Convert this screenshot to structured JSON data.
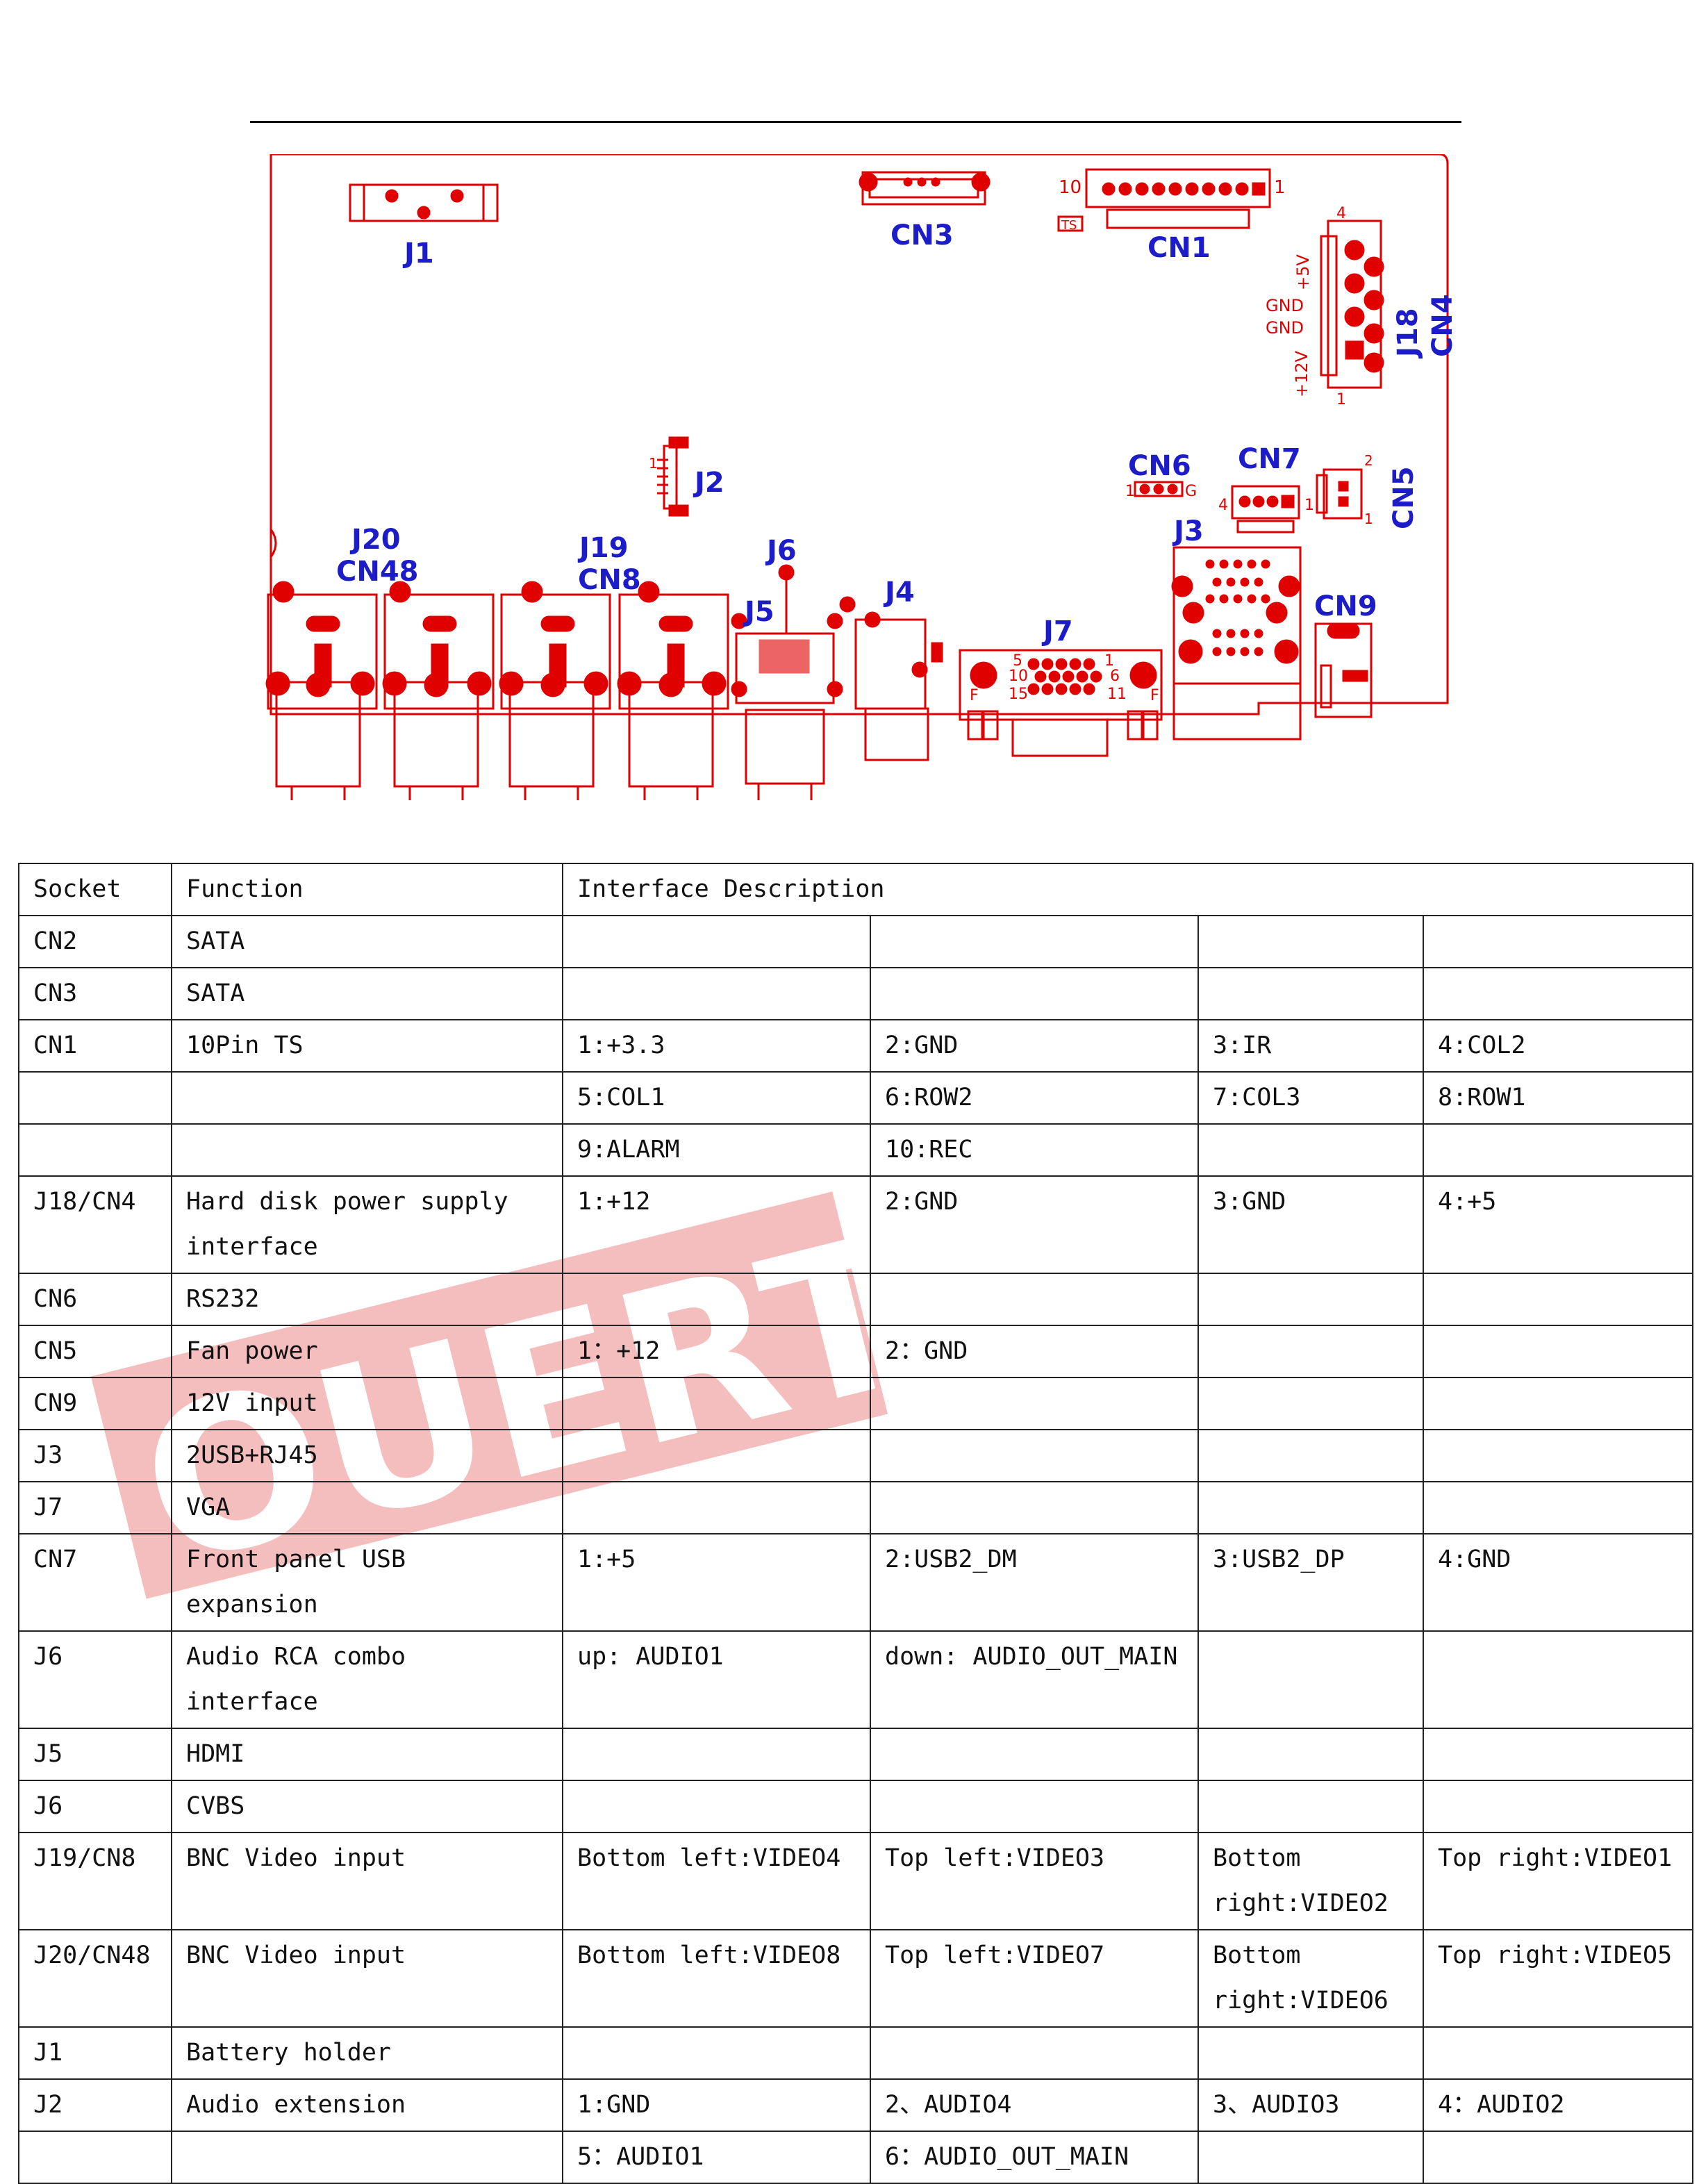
{
  "diagram": {
    "connector_labels": {
      "J1": "J1",
      "CN3": "CN3",
      "CN1": "CN1",
      "J18": "J18",
      "CN4": "CN4",
      "J2": "J2",
      "CN6": "CN6",
      "CN7": "CN7",
      "CN5": "CN5",
      "J3": "J3",
      "J20": "J20",
      "CN48": "CN48",
      "J19": "J19",
      "CN8": "CN8",
      "J6": "J6",
      "J4": "J4",
      "J5": "J5",
      "J7": "J7",
      "CN9": "CN9"
    },
    "pin_labels": {
      "cn1_left": "10",
      "cn1_right": "1",
      "ts": "TS",
      "plus5v": "+5V",
      "gnd1": "GND",
      "gnd2": "GND",
      "plus12v": "+12V",
      "cn4_top": "4",
      "cn4_bottom": "1",
      "cn6_left": "1",
      "cn6_right": "G",
      "cn7_left": "4",
      "cn7_right": "1",
      "cn5_top": "2",
      "cn5_bottom": "1",
      "j2_pin": "1",
      "vga_5": "5",
      "vga_1": "1",
      "vga_10": "10",
      "vga_6": "6",
      "vga_15": "15",
      "vga_11": "11",
      "vga_f1": "F",
      "vga_f2": "F"
    },
    "colors": {
      "outline": "#e00000",
      "labels": "#1c1cc8"
    }
  },
  "watermark": {
    "text": "OUERTECH"
  },
  "table": {
    "headers": [
      "Socket",
      "Function",
      "Interface Description"
    ],
    "rows": [
      {
        "socket": "CN2",
        "function": "SATA",
        "cells": [
          "",
          "",
          "",
          ""
        ]
      },
      {
        "socket": "CN3",
        "function": "SATA",
        "cells": [
          "",
          "",
          "",
          ""
        ]
      },
      {
        "socket": "CN1",
        "function": "10Pin TS",
        "cells": [
          "1:+3.3",
          "2:GND",
          "3:IR",
          "4:COL2"
        ]
      },
      {
        "socket": "",
        "function": "",
        "cells": [
          "5:COL1",
          "6:ROW2",
          "7:COL3",
          "8:ROW1"
        ]
      },
      {
        "socket": "",
        "function": "",
        "cells": [
          "9:ALARM",
          "10:REC",
          "",
          ""
        ]
      },
      {
        "socket": "J18/CN4",
        "function": "Hard  disk  power  supply interface",
        "cells": [
          "1:+12",
          "2:GND",
          "3:GND",
          "4:+5"
        ],
        "tall": true
      },
      {
        "socket": "CN6",
        "function": "RS232",
        "cells": [
          "",
          "",
          "",
          ""
        ]
      },
      {
        "socket": "CN5",
        "function": "Fan power",
        "cells": [
          "1：+12",
          "2：GND",
          "",
          ""
        ]
      },
      {
        "socket": "CN9",
        "function": "12V input",
        "cells": [
          "",
          "",
          "",
          ""
        ]
      },
      {
        "socket": "J3",
        "function": "2USB+RJ45",
        "cells": [
          "",
          "",
          "",
          ""
        ]
      },
      {
        "socket": "J7",
        "function": "VGA",
        "cells": [
          "",
          "",
          "",
          ""
        ]
      },
      {
        "socket": "CN7",
        "function": "Front panel USB expansion",
        "cells": [
          "1:+5",
          "2:USB2_DM",
          "3:USB2_DP",
          "4:GND"
        ]
      },
      {
        "socket": "J6",
        "function": "Audio RCA combo interface",
        "cells": [
          "up: AUDIO1",
          "down: AUDIO_OUT_MAIN",
          "",
          ""
        ]
      },
      {
        "socket": "J5",
        "function": "HDMI",
        "cells": [
          "",
          "",
          "",
          ""
        ]
      },
      {
        "socket": "J6",
        "function": "CVBS",
        "cells": [
          "",
          "",
          "",
          ""
        ]
      },
      {
        "socket": "J19/CN8",
        "function": "BNC Video input",
        "cells": [
          "Bottom left:VIDEO4",
          "Top left:VIDEO3",
          "Bottom right:VIDEO2",
          "Top right:VIDEO1"
        ],
        "tall": true
      },
      {
        "socket": "J20/CN48",
        "function": "BNC Video input",
        "cells": [
          "Bottom left:VIDEO8",
          "Top left:VIDEO7",
          "Bottom right:VIDEO6",
          "Top right:VIDEO5"
        ],
        "tall": true
      },
      {
        "socket": "J1",
        "function": "Battery holder",
        "cells": [
          "",
          "",
          "",
          ""
        ]
      },
      {
        "socket": "J2",
        "function": "Audio extension",
        "cells": [
          "1:GND",
          "2、AUDIO4",
          "3、AUDIO3",
          "4：AUDIO2"
        ]
      },
      {
        "socket": "",
        "function": "",
        "cells": [
          "5：AUDIO1",
          "6：AUDIO_OUT_MAIN",
          "",
          ""
        ]
      }
    ]
  }
}
